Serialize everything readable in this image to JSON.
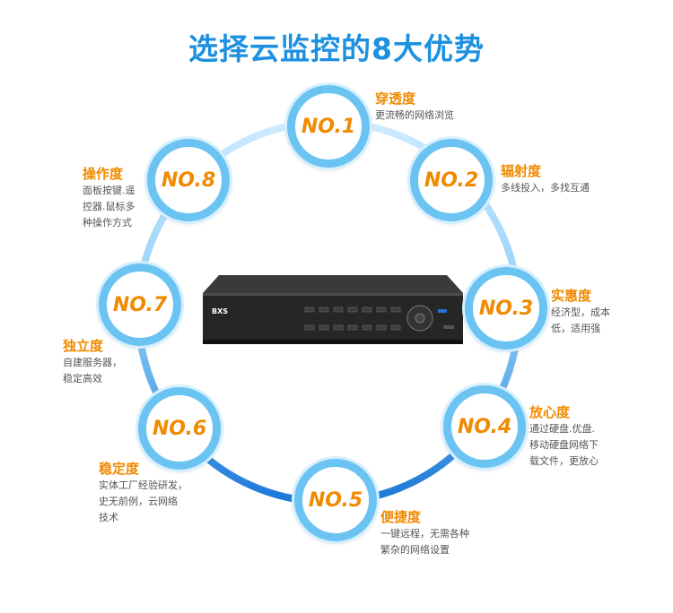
{
  "title": "选择云监控的8大优势",
  "colors": {
    "accent": "#1e90e0",
    "highlight": "#f08a00",
    "ring": "#6bc3f2"
  },
  "device": {
    "brand": "BXS",
    "icon": "dvr-device-image"
  },
  "features": [
    {
      "no": "NO.1",
      "title": "穿透度",
      "lines": [
        "更流畅的网络浏览"
      ]
    },
    {
      "no": "NO.2",
      "title": "辐射度",
      "lines": [
        "多线投入，多找互通"
      ]
    },
    {
      "no": "NO.3",
      "title": "实惠度",
      "lines": [
        "经济型，成本",
        "低，适用强"
      ]
    },
    {
      "no": "NO.4",
      "title": "放心度",
      "lines": [
        "通过硬盘.优盘.",
        "移动硬盘网络下",
        "载文件，更放心"
      ]
    },
    {
      "no": "NO.5",
      "title": "便捷度",
      "lines": [
        "一键远程，无需各种",
        "繁杂的网络设置"
      ]
    },
    {
      "no": "NO.6",
      "title": "稳定度",
      "lines": [
        "实体工厂经验研发，",
        "史无前例，云网络",
        "技术"
      ]
    },
    {
      "no": "NO.7",
      "title": "独立度",
      "lines": [
        "自建服务器，",
        "稳定高效"
      ]
    },
    {
      "no": "NO.8",
      "title": "操作度",
      "lines": [
        "面板按键.遥",
        "控器.鼠标多",
        "种操作方式"
      ]
    }
  ]
}
